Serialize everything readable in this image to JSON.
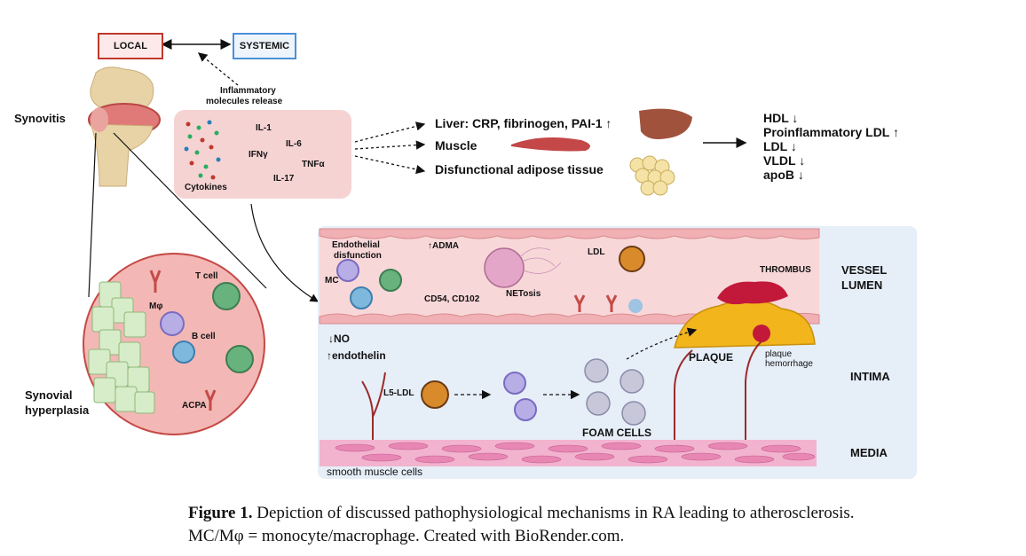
{
  "top_boxes": {
    "local": "LOCAL",
    "systemic": "SYSTEMIC"
  },
  "inflammatory_release": [
    "Inflammatory",
    "molecules release"
  ],
  "synovitis": "Synovitis",
  "synovial_hyperplasia": [
    "Synovial",
    "hyperplasia"
  ],
  "cytokine_box": {
    "title": "Cytokines",
    "labels": [
      "IL-1",
      "IL-6",
      "IFNγ",
      "TNFα",
      "IL-17"
    ]
  },
  "synovium_cells": {
    "t_cell": "T cell",
    "macrophage": "Mφ",
    "b_cell": "B cell",
    "acpa": "ACPA"
  },
  "targets": [
    "Liver: CRP, fibrinogen, PAI-1 ↑",
    "Muscle",
    "Disfunctional adipose tissue"
  ],
  "lipids": [
    "HDL ↓",
    "Proinflammatory LDL ↑",
    "LDL  ↓",
    "VLDL ↓",
    "apoB ↓"
  ],
  "vessel": {
    "endothelial": [
      "Endothelial",
      "disfunction"
    ],
    "mc": "MC",
    "adma": "↑ADMA",
    "ldl": "LDL",
    "netosis": "NETosis",
    "cd": "CD54, CD102",
    "thrombus": "THROMBUS",
    "no": "↓NO",
    "endothelin": "↑endothelin",
    "l5ldl": "L5-LDL",
    "plaque": "PLAQUE",
    "hemorrhage": [
      "plaque",
      "hemorrhage"
    ],
    "foam": "FOAM CELLS",
    "smooth": "smooth muscle cells"
  },
  "layers": {
    "lumen": [
      "VESSEL",
      "LUMEN"
    ],
    "intima": "INTIMA",
    "media": "MEDIA"
  },
  "caption": {
    "label": "Figure 1.",
    "line1": " Depiction of discussed pathophysiological mechanisms in RA leading to atherosclerosis.",
    "line2": "MC/Mφ = monocyte/macrophage. Created with BioRender.com."
  },
  "colors": {
    "local_border": "#c0392b",
    "systemic_border": "#4a90d9",
    "pink_panel": "#f6d3d3",
    "blue_panel": "#e6eef8",
    "plaque": "#f2b51c",
    "thrombus": "#c2183a"
  }
}
